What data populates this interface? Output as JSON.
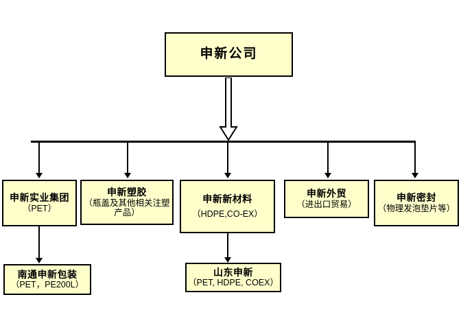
{
  "diagram": {
    "type": "org-chart",
    "title_node": {
      "name": "shenxin-company",
      "title": "申新公司",
      "sub": ""
    },
    "level2": [
      {
        "name": "shenxin-industrial-group",
        "title": "申新实业集团",
        "sub": "（PET）"
      },
      {
        "name": "shenxin-plastics",
        "title": "申新塑胶",
        "sub": "（瓶盖及其他相关注塑产品）"
      },
      {
        "name": "shenxin-new-materials",
        "title": "申新新材料",
        "sub": "（HDPE,CO-EX）"
      },
      {
        "name": "shenxin-foreign-trade",
        "title": "申新外贸",
        "sub": "（进出口贸易）"
      },
      {
        "name": "shenxin-sealing",
        "title": "申新密封",
        "sub": "（物理发泡垫片等）"
      }
    ],
    "level3": [
      {
        "name": "nantong-shenxin-packaging",
        "title": "南通申新包装",
        "sub": "（PET，PE200L）"
      },
      {
        "name": "shandong-shenxin",
        "title": "山东申新",
        "sub": "（PET, HDPE, COEX）"
      }
    ],
    "colors": {
      "node_fill": "#ffffcc",
      "node_border": "#000000",
      "connector": "#000000",
      "background": "#ffffff"
    }
  }
}
